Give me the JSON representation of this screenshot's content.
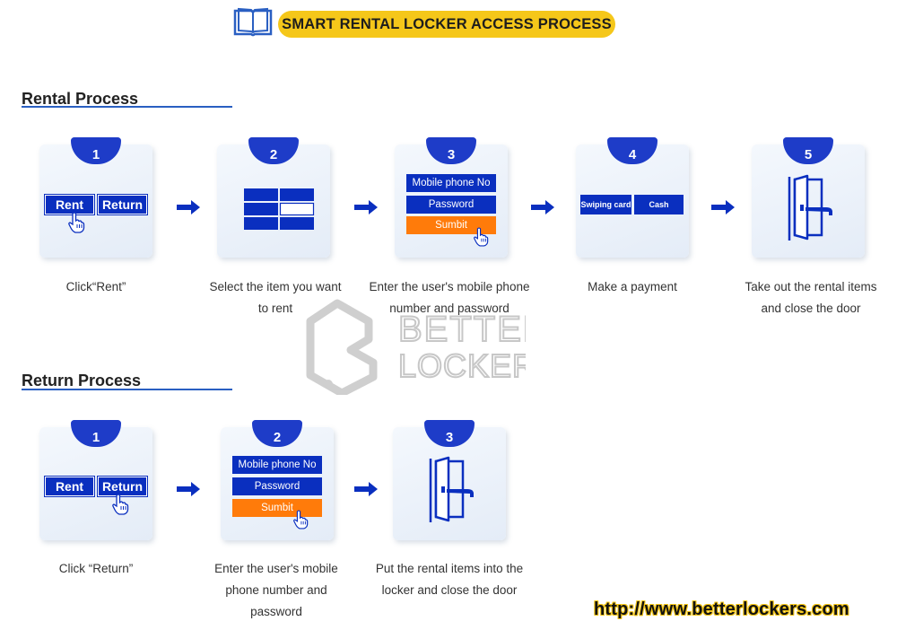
{
  "header": {
    "title": "SMART RENTAL LOCKER ACCESS PROCESS"
  },
  "rental": {
    "title": "Rental Process",
    "steps": [
      {
        "number": "1",
        "caption": "Click“Rent”",
        "buttons": [
          "Rent",
          "Return"
        ]
      },
      {
        "number": "2",
        "caption": "Select the item you want to rent"
      },
      {
        "number": "3",
        "caption": "Enter the user's mobile phone number and password",
        "fields": [
          "Mobile phone No",
          "Password",
          "Sumbit"
        ]
      },
      {
        "number": "4",
        "caption": "Make a payment",
        "buttons": [
          "Swiping card",
          "Cash"
        ]
      },
      {
        "number": "5",
        "caption": "Take out the rental items and close the door"
      }
    ]
  },
  "return": {
    "title": "Return Process",
    "steps": [
      {
        "number": "1",
        "caption": "Click “Return”",
        "buttons": [
          "Rent",
          "Return"
        ]
      },
      {
        "number": "2",
        "caption": "Enter the user's mobile phone number and password",
        "fields": [
          "Mobile phone No",
          "Password",
          "Sumbit"
        ]
      },
      {
        "number": "3",
        "caption": "Put the rental items into the locker and close the door"
      }
    ]
  },
  "watermark": {
    "line1": "BETTER",
    "line2": "LOCKERS"
  },
  "footer": {
    "url": "http://www.betterlockers.com"
  },
  "colors": {
    "accent_blue": "#0a2fbf",
    "tab_blue": "#1e3cc8",
    "orange": "#ff7b0a",
    "yellow": "#f5c71a"
  },
  "icons": [
    "book-icon",
    "hand-pointer-icon",
    "arrow-right-icon",
    "locker-grid-icon",
    "open-door-icon",
    "watermark-logo"
  ]
}
